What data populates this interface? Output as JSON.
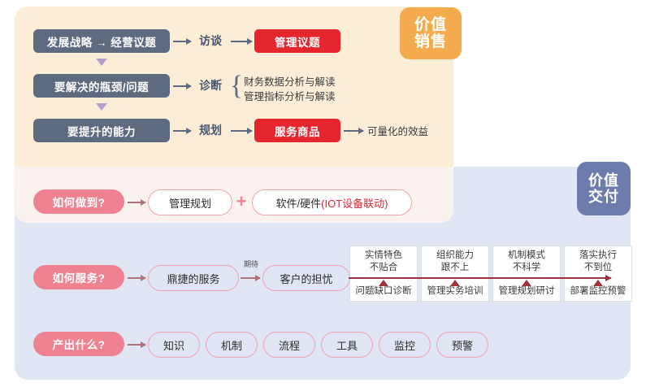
{
  "badges": {
    "sales": {
      "line1": "价值",
      "line2": "销售"
    },
    "delivery": {
      "line1": "价值",
      "line2": "交付"
    }
  },
  "sales_section": {
    "rows": [
      {
        "box": "发展战略 → 经营议题",
        "stage": "访谈",
        "result": "管理议题"
      },
      {
        "box": "要解决的瓶颈/问题",
        "stage": "诊断",
        "brace": "{",
        "items": [
          "财务数据分析与解读",
          "管理指标分析与解读"
        ]
      },
      {
        "box": "要提升的能力",
        "stage": "规划",
        "result": "服务商品",
        "outcome": "可量化的效益"
      }
    ]
  },
  "howto_section": {
    "question": "如何做到?",
    "option_a": "管理规划",
    "plus": "+",
    "option_b_main": "软件/硬件",
    "option_b_accent": "(IOT设备联动)"
  },
  "service_section": {
    "question": "如何服务?",
    "service": "鼎捷的服务",
    "annotation": "期待",
    "concern": "客户的担忧",
    "columns": [
      {
        "top1": "实情特色",
        "top2": "不贴合",
        "bottom": "问题缺口诊断"
      },
      {
        "top1": "组织能力",
        "top2": "跟不上",
        "bottom": "管理实务培训"
      },
      {
        "top1": "机制模式",
        "top2": "不科学",
        "bottom": "管理规划研讨"
      },
      {
        "top1": "落实执行",
        "top2": "不到位",
        "bottom": "部署监控预警"
      }
    ]
  },
  "output_section": {
    "question": "产出什么?",
    "items": [
      "知识",
      "机制",
      "流程",
      "工具",
      "监控",
      "预警"
    ]
  },
  "colors": {
    "panel_sales": "#fceed6",
    "panel_howto": "#f9f2ee",
    "panel_delivery": "#e0e6f3",
    "badge_sales": "#f4ab4e",
    "badge_delivery": "#6c7cad",
    "slate_box": "#5e6a80",
    "red_box": "#e5262f",
    "pink_pill": "#ef8290",
    "pink_outline": "#f0a3ae",
    "triangle_purple": "#b79ccd",
    "triangle_maroon": "#9e3340"
  }
}
